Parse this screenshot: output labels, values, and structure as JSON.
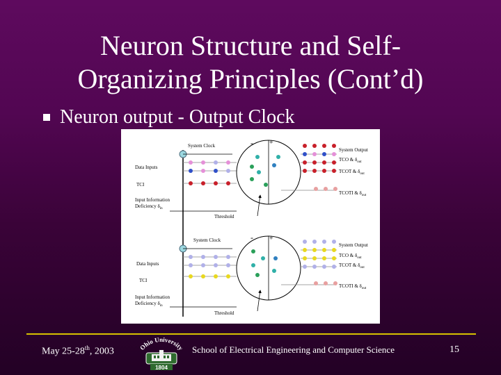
{
  "slide": {
    "title_line1": "Neuron Structure and Self-",
    "title_line2": "Organizing Principles (Cont’d)",
    "bullet": "Neuron output - Output Clock"
  },
  "diagram": {
    "top": {
      "system_clock": "System Clock",
      "data_inputs": "Data Inputs",
      "tci": "TCI",
      "info_def_1": "Input Information",
      "info_def_2": "Deficiency δ",
      "info_def_sub": "in",
      "threshold": "Threshold",
      "minus": "-",
      "plus": "+",
      "out_system": "System Output",
      "out_tco": "TCO & δ",
      "out_tco_sub": "out",
      "out_tcot": "TCOT & δ",
      "out_tcot_sub": "out",
      "out_tcoti": "TCOTI & δ",
      "out_tcoti_sub": "out"
    },
    "bottom": {
      "system_clock": "System Clock",
      "data_inputs": "Data Inputs",
      "tci": "TCI",
      "info_def_1": "Input Information",
      "info_def_2": "Deficiency δ",
      "info_def_sub": "in",
      "threshold": "Threshold",
      "minus": "-",
      "plus": "+",
      "out_system": "System Output",
      "out_tco": "TCO & δ",
      "out_tco_sub": "out",
      "out_tcot": "TCOT & δ",
      "out_tcot_sub": "out",
      "out_tcoti": "TCOTI & δ",
      "out_tcoti_sub": "out"
    }
  },
  "footer": {
    "date_prefix": "May 25-28",
    "date_sup": "th",
    "date_suffix": ", 2003",
    "logo_text_arc": "Ohio University",
    "logo_year": "1804",
    "school": "School of Electrical Engineering and Computer Science",
    "page": "15"
  },
  "colors": {
    "background": "#5e0a5e",
    "footer_rule": "#d8c200",
    "dot_red": "#c8202a",
    "dot_pink": "#e590d8",
    "dot_blue": "#3050c8",
    "dot_cyan": "#30b0a8",
    "dot_green": "#2aa05a",
    "dot_yellow": "#e8d820",
    "dot_lavender": "#b0b0e8",
    "dot_salmon": "#e8a0a0"
  }
}
